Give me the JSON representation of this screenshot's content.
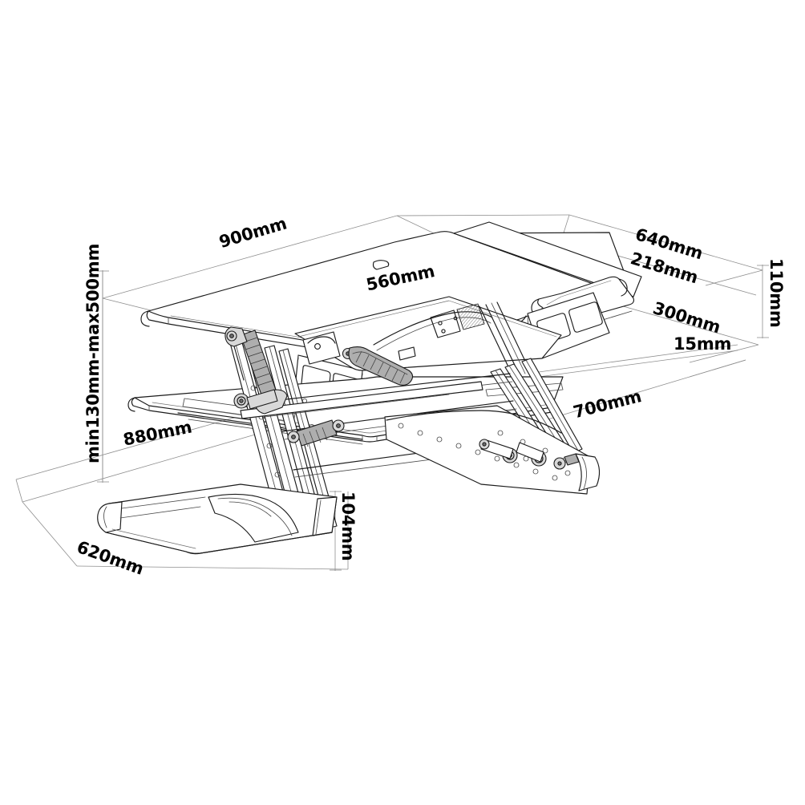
{
  "drawing": {
    "title": "Sit-Stand Desk Converter Dimensioned Isometric Drawing",
    "background_color": "#ffffff",
    "line_color": "#1b1b1b",
    "dimension_line_color": "#8e8e8e",
    "label_color": "#000000",
    "units": "mm",
    "projection": "isometric"
  },
  "dimensions": {
    "top_width": "900mm",
    "worksurface_width": "560mm",
    "top_depth": "640mm",
    "upper_shelf_depth": "218mm",
    "lower_shelf_depth": "300mm",
    "worksurface_thickness": "15mm",
    "riser_height": "110mm",
    "keyboard_tray_depth": "700mm",
    "keyboard_tray_width": "880mm",
    "base_width": "620mm",
    "base_height": "104mm",
    "height_range": "min130mm-max500mm"
  },
  "parts": {
    "worksurface": "upper work surface",
    "keyboard_tray": "keyboard tray",
    "base_frame": "base frame",
    "scissor_legs": "scissor lift legs",
    "gas_spring": "gas spring cylinder",
    "release_handle": "height release handle",
    "pivot_bracket": "pivot bracket plate",
    "side_panel_cutouts": "side panel cutouts"
  }
}
